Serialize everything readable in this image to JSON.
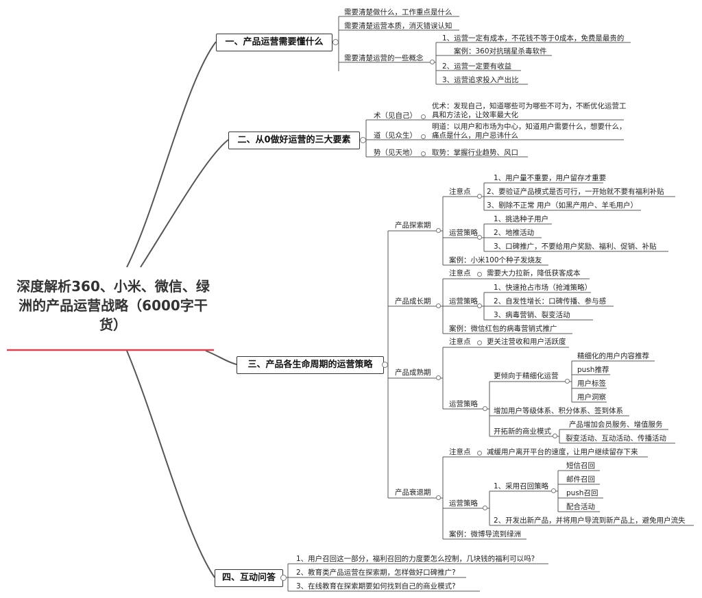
{
  "root": {
    "title": "深度解析360、小米、微信、绿洲的产品运营战略（6000字干货）"
  },
  "branches": [
    {
      "label": "一、产品运营需要懂什么",
      "items": [
        "需要清楚做什么，工作重点是什么",
        "需要清楚运营本质，消灭错误认知",
        "需要清楚运营的一些概念"
      ],
      "concepts": [
        "1、运营一定有成本，不花钱不等于0成本，免费是最贵的",
        "案例：360对抗瑞星杀毒软件",
        "2、运营一定要有收益",
        "3、运营追求投入产出比"
      ]
    },
    {
      "label": "二、从0做好运营的三大要素",
      "elements": [
        {
          "key": "术（见自己）",
          "desc": "优术：发现自己，知道哪些可为哪些不可为，不断优化运营工具和方法论，让效率最大化"
        },
        {
          "key": "道（见众生）",
          "desc": "明道：以用户和市场为中心，知道用户需要什么，想要什么，痛点是什么，用户忌讳什么"
        },
        {
          "key": "势（见天地）",
          "desc": "取势：掌握行业趋势、风口"
        }
      ]
    },
    {
      "label": "三、产品各生命周期的运营策略",
      "explore": {
        "label": "产品探索期",
        "note_label": "注意点",
        "notes": [
          "1、用户量不重要，用户留存才重要",
          "2、要验证产品模式是否可行，一开始就不要有福利补贴",
          "3、剔除不正常 用户（如黑产用户、羊毛用户）"
        ],
        "strategy_label": "运营策略",
        "strategies": [
          "1、挑选种子用户",
          "2、地推活动",
          "3、口碑推广，不要给用户奖励、福利、促销、补贴"
        ],
        "case": "案例：小米100个种子发烧友"
      },
      "growth": {
        "label": "产品成长期",
        "note_label": "注意点",
        "note": "需要大力拉新，降低获客成本",
        "strategy_label": "运营策略",
        "strategies": [
          "1、快速抢占市场（抢滩策略）",
          "2、自发性增长：口碑传播、参与感",
          "3、病毒营销、裂变活动"
        ],
        "case": "案例：微信红包的病毒营销式推广"
      },
      "mature": {
        "label": "产品成熟期",
        "note_label": "注意点",
        "note": "更关注营收和用户活跃度",
        "strategy_label": "运营策略",
        "refine_label": "更倾向于精细化运营",
        "refine": [
          "精细化的用户内容推荐",
          "push推荐",
          "用户标签",
          "用户洞察"
        ],
        "levels": "增加用户等级体系、积分体系、签到体系",
        "biz_label": "开拓新的商业模式",
        "biz": [
          "产品增加会员服务、增值服务",
          "裂变活动、互动活动、传播活动"
        ]
      },
      "decline": {
        "label": "产品衰退期",
        "note_label": "注意点",
        "note": "减缓用户离开平台的速度，让用户继续留存下来",
        "strategy_label": "运营策略",
        "recall_label": "1、采用召回策略",
        "recall": [
          "短信召回",
          "邮件召回",
          "push召回",
          "配合活动"
        ],
        "new_product": "2、开发出新产品，并将用户导流到新产品上，避免用户流失",
        "case": "案例：微博导流到绿洲"
      }
    },
    {
      "label": "四、互动问答",
      "questions": [
        "1、用户召回这一部分，福利召回的力度要怎么控制，几块钱的福利可以吗?",
        "2、教育类产品运营在探索期，怎样做好口碑推广?",
        "3、在线教育在探索期要如何找到自己的商业模式?"
      ]
    }
  ],
  "colors": {
    "accent_underline": "#e0404e",
    "line": "#444444"
  }
}
